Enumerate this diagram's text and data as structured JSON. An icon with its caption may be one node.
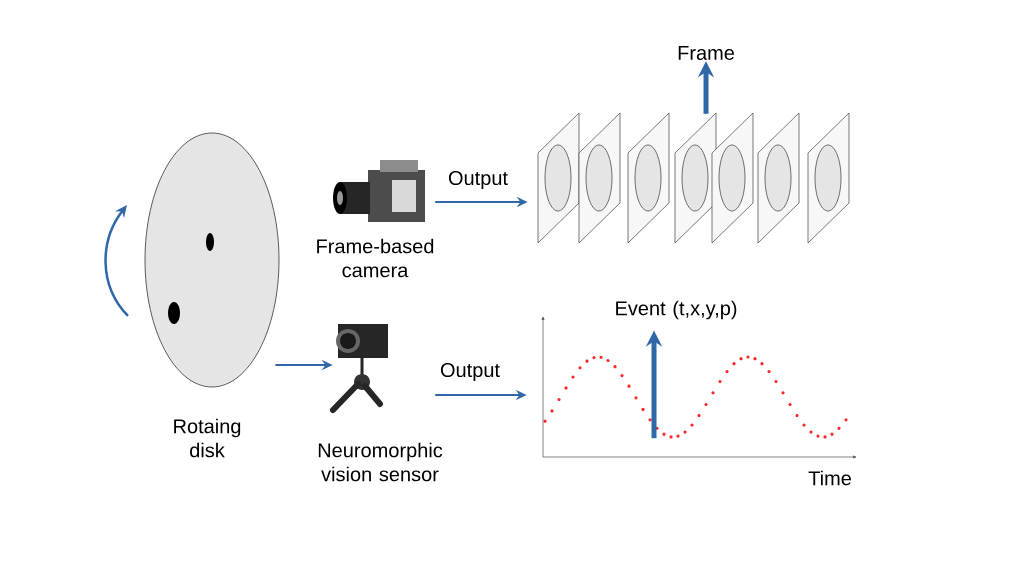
{
  "diagram": {
    "nodes": [
      {
        "text": [
          "Rotaing disk"
        ]
      },
      {
        "text": [
          "Frame-based camera"
        ]
      },
      {
        "text": [
          "Neuromorphic vision sensor"
        ]
      },
      {
        "text": [],
        "shape": "picture"
      },
      {
        "text": [
          "Frame"
        ]
      },
      {
        "text": [],
        "shape": "picture",
        "beside": [
          "Time"
        ]
      },
      {
        "text": [
          "Event (t,x,y,p)"
        ]
      }
    ],
    "edges": [
      {
        "from": 0,
        "to": 2,
        "arrow": "to"
      },
      {
        "from": 1,
        "to": 3,
        "arrow": "to",
        "label": "Output"
      },
      {
        "from": 2,
        "to": 5,
        "arrow": "to",
        "label": "Output"
      },
      {
        "from": 3,
        "to": 4,
        "arrow": "to",
        "style": "thick"
      },
      {
        "from": 5,
        "to": 6,
        "arrow": "to",
        "style": "thick"
      }
    ]
  }
}
